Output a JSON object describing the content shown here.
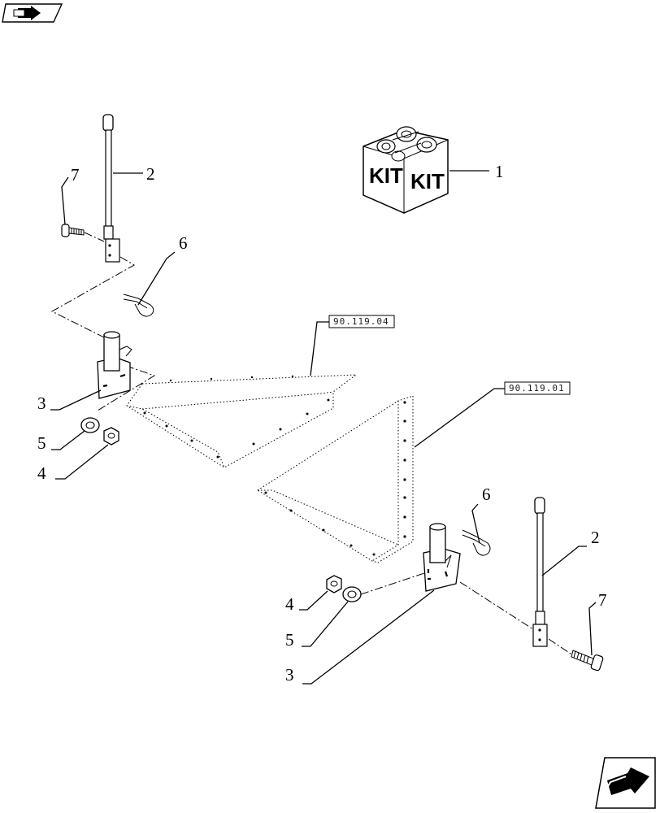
{
  "callouts": {
    "c1": "1",
    "c2_top": "2",
    "c2_bottom": "2",
    "c3_left": "3",
    "c3_bottom": "3",
    "c4_left": "4",
    "c4_bottom": "4",
    "c5_left": "5",
    "c5_bottom": "5",
    "c6_top": "6",
    "c6_bottom": "6",
    "c7_top": "7",
    "c7_bottom": "7"
  },
  "references": {
    "ref_left": "90.119.04",
    "ref_right": "90.119.01"
  },
  "kit_box": {
    "left_face": "KIT",
    "right_face": "KIT"
  },
  "icons": {
    "top_left": "book-arrow-icon",
    "bottom_right": "next-page-arrow-icon"
  }
}
